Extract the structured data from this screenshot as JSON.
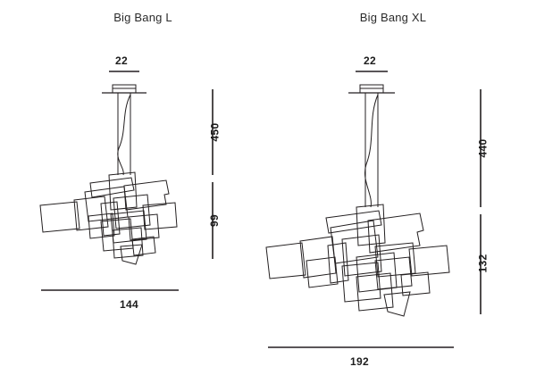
{
  "page": {
    "background_color": "#ffffff",
    "line_color": "#231f20",
    "text_color": "#2b2b2b",
    "units": "cm"
  },
  "figures": [
    {
      "id": "big-bang-l",
      "title": "Big Bang L",
      "dimensions": {
        "canopy_width": "22",
        "total_drop": "450",
        "body_height": "99",
        "body_width": "144"
      }
    },
    {
      "id": "big-bang-xl",
      "title": "Big Bang XL",
      "dimensions": {
        "canopy_width": "22",
        "total_drop": "440",
        "body_height": "132",
        "body_width": "192"
      }
    }
  ]
}
